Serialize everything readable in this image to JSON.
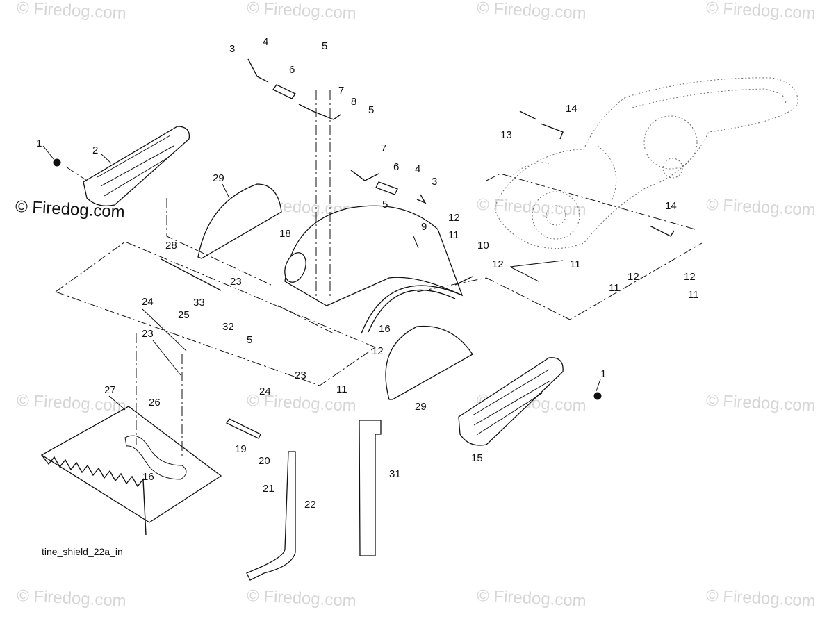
{
  "watermarks": {
    "text": "© Firedog.com",
    "corner_text": "© Firedog.com",
    "main_text": "© Firedog.com"
  },
  "caption": "tine_shield_22a_in",
  "callouts": {
    "c1a": "1",
    "c1b": "1",
    "c2": "2",
    "c3a": "3",
    "c3b": "3",
    "c4a": "4",
    "c4b": "4",
    "c5a": "5",
    "c5b": "5",
    "c5c": "5",
    "c5d": "5",
    "c6a": "6",
    "c6b": "6",
    "c7a": "7",
    "c7b": "7",
    "c8": "8",
    "c9": "9",
    "c10": "10",
    "c11a": "11",
    "c11b": "11",
    "c11c": "11",
    "c11d": "11",
    "c11e": "11",
    "c12a": "12",
    "c12b": "12",
    "c12c": "12",
    "c12d": "12",
    "c12e": "12",
    "c13": "13",
    "c14a": "14",
    "c14b": "14",
    "c15": "15",
    "c16a": "16",
    "c16b": "16",
    "c18": "18",
    "c19": "19",
    "c20": "20",
    "c21": "21",
    "c22": "22",
    "c23a": "23",
    "c23b": "23",
    "c23c": "23",
    "c24a": "24",
    "c24b": "24",
    "c25": "25",
    "c26": "26",
    "c27": "27",
    "c28": "28",
    "c29a": "29",
    "c29b": "29",
    "c31": "31",
    "c32": "32",
    "c33": "33"
  }
}
